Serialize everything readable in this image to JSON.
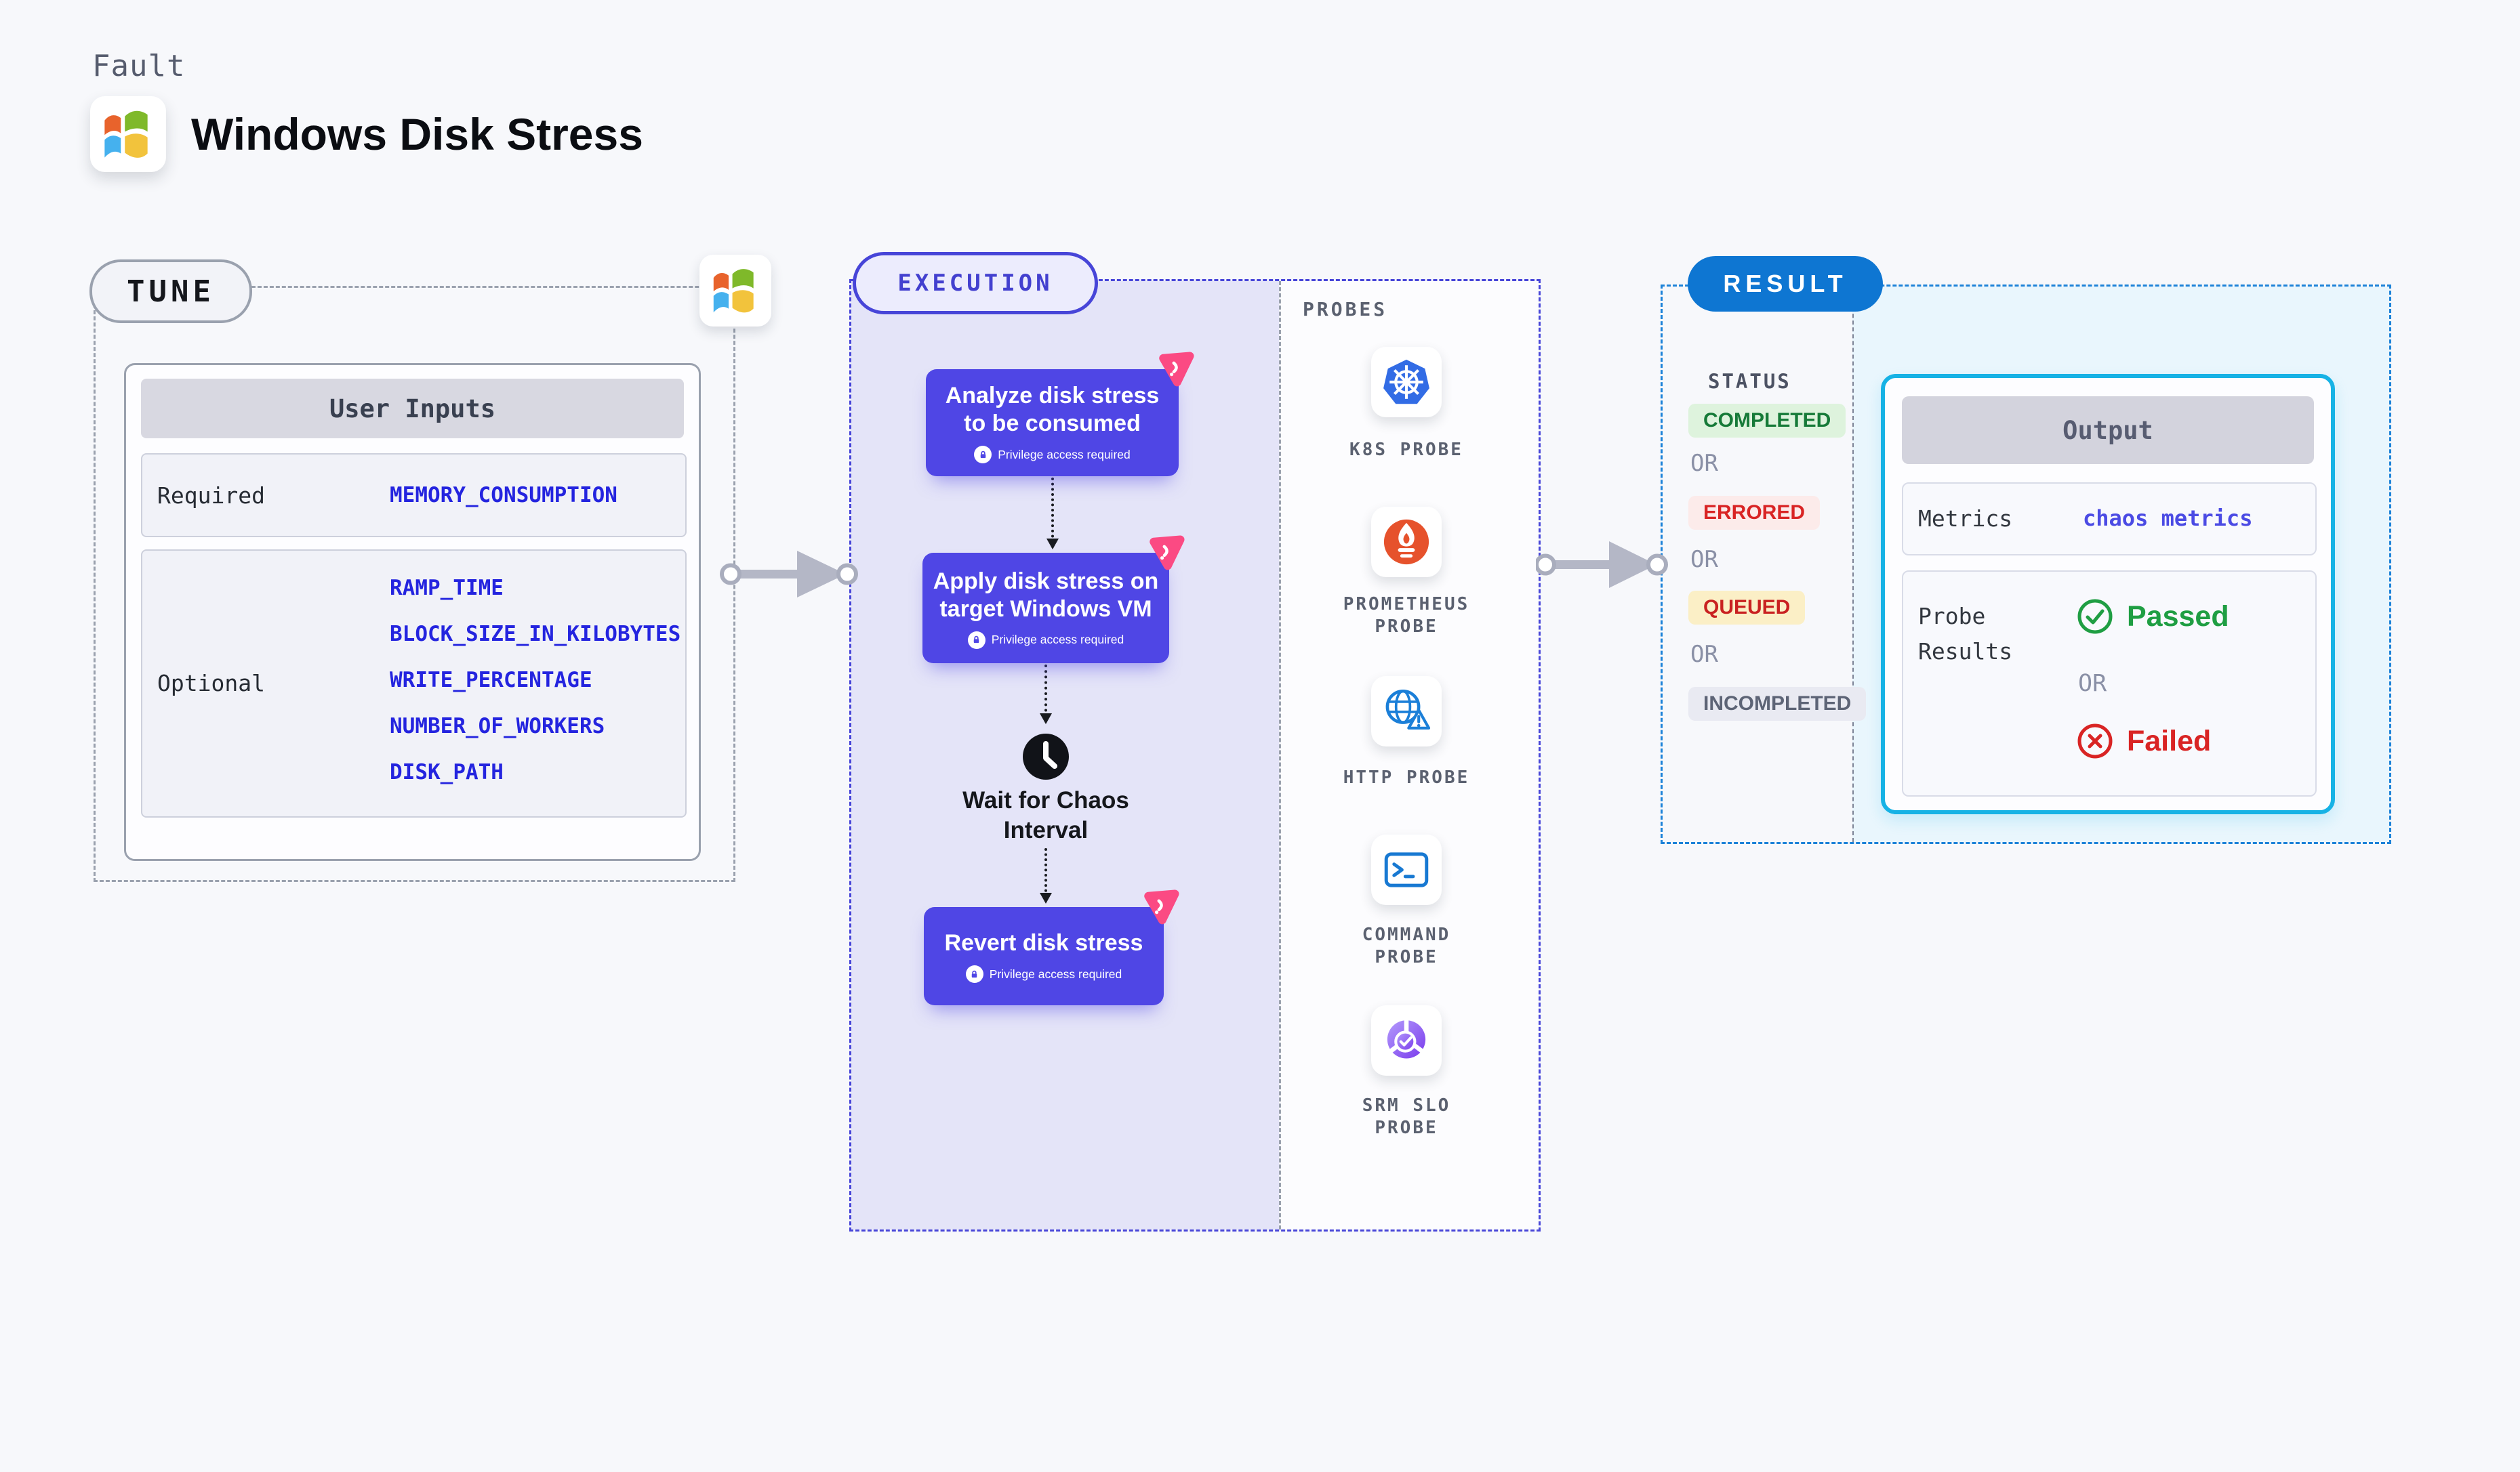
{
  "header": {
    "eyebrow": "Fault",
    "title": "Windows Disk Stress"
  },
  "tune": {
    "pill": "TUNE",
    "card_title": "User Inputs",
    "required_label": "Required",
    "required_param": "MEMORY_CONSUMPTION",
    "optional_label": "Optional",
    "optional_params": [
      "RAMP_TIME",
      "BLOCK_SIZE_IN_KILOBYTES",
      "WRITE_PERCENTAGE",
      "NUMBER_OF_WORKERS",
      "DISK_PATH"
    ]
  },
  "execution": {
    "pill": "EXECUTION",
    "steps": [
      {
        "line1": "Analyze disk stress",
        "line2": "to be consumed",
        "note": "Privilege access required"
      },
      {
        "line1": "Apply disk stress on",
        "line2": "target Windows VM",
        "note": "Privilege access required"
      },
      {
        "line1": "Revert disk stress",
        "line2": "",
        "note": "Privilege access required"
      }
    ],
    "wait": {
      "line1": "Wait for Chaos",
      "line2": "Interval"
    },
    "probes_title": "PROBES",
    "probes": [
      {
        "line1": "K8S PROBE",
        "line2": "",
        "icon": "kubernetes-icon"
      },
      {
        "line1": "PROMETHEUS",
        "line2": "PROBE",
        "icon": "prometheus-icon"
      },
      {
        "line1": "HTTP PROBE",
        "line2": "",
        "icon": "http-globe-icon"
      },
      {
        "line1": "COMMAND",
        "line2": "PROBE",
        "icon": "terminal-icon"
      },
      {
        "line1": "SRM SLO",
        "line2": "PROBE",
        "icon": "slo-donut-icon"
      }
    ]
  },
  "result": {
    "pill": "RESULT",
    "status_title": "STATUS",
    "or_label": "OR",
    "statuses": [
      {
        "label": "COMPLETED"
      },
      {
        "label": "ERRORED"
      },
      {
        "label": "QUEUED"
      },
      {
        "label": "INCOMPLETED"
      }
    ],
    "output": {
      "title": "Output",
      "metrics_label": "Metrics",
      "metrics_value": "chaos metrics",
      "probe_results_line1": "Probe",
      "probe_results_line2": "Results",
      "passed": "Passed",
      "or": "OR",
      "failed": "Failed"
    }
  },
  "colors": {
    "accent_indigo": "#4f46e5",
    "exec_dash": "#4745d8",
    "result_blue": "#0e76d2",
    "result_dash": "#1c82d8",
    "output_border_cyan": "#16b2e5",
    "param_blue": "#2424df",
    "passed_green": "#1f9e43",
    "failed_red": "#d92424",
    "completed_bg": "#def3dd",
    "errored_bg": "#fcebea",
    "queued_bg": "#fbefc6",
    "incompleted_bg": "#e9eaf2",
    "step_pink_badge": "#fb4a83",
    "lavender_bg": "#e4e4f8",
    "cyan_bg": "#e9f6fd"
  }
}
